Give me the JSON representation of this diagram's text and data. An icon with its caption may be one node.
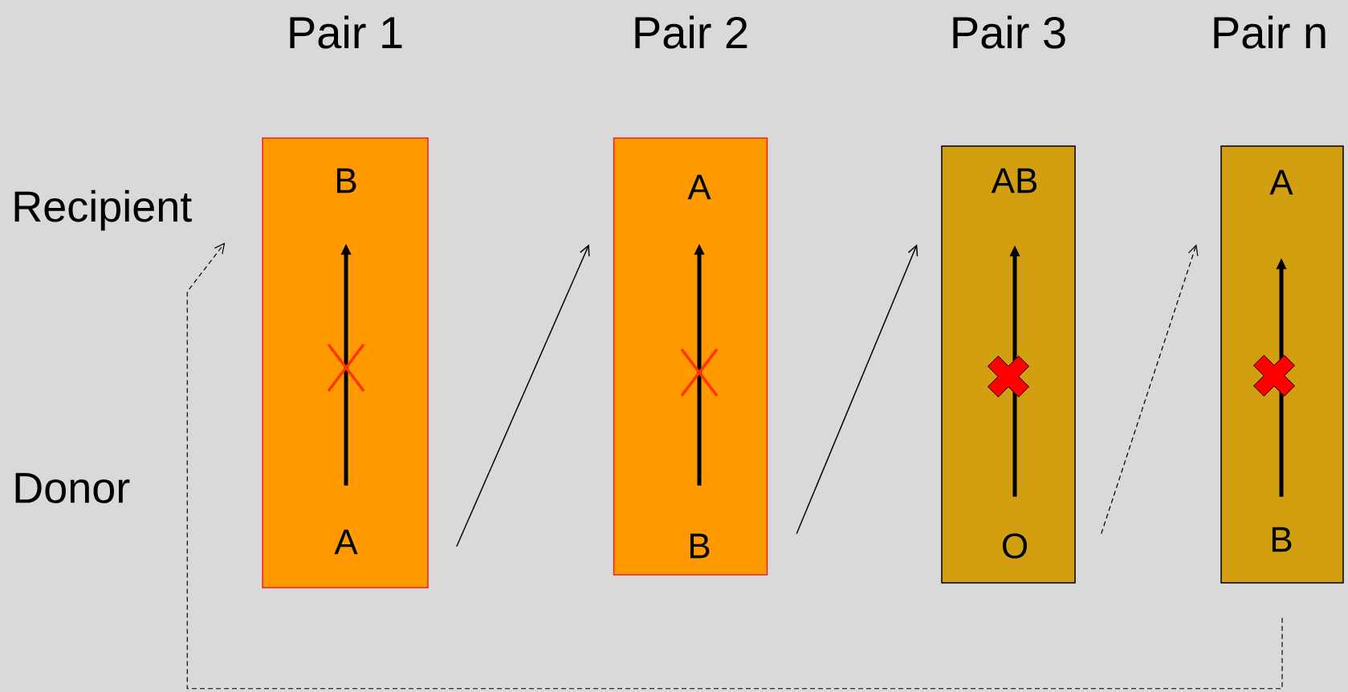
{
  "diagram": {
    "nodes": [
      {
        "text": [
          "Pair 1"
        ]
      },
      {
        "text": [
          "B"
        ],
        "in": 0
      },
      {
        "text": [
          "A"
        ],
        "in": 0
      },
      {
        "text": [
          "Pair 2"
        ]
      },
      {
        "text": [
          "A"
        ],
        "in": 3
      },
      {
        "text": [
          "B"
        ],
        "in": 3
      },
      {
        "text": [
          "Pair 3"
        ]
      },
      {
        "text": [
          "AB"
        ],
        "in": 6
      },
      {
        "text": [
          "O"
        ],
        "in": 6
      },
      {
        "text": [
          "Pair n"
        ]
      },
      {
        "text": [
          "A"
        ],
        "in": 9
      },
      {
        "text": [
          "B"
        ],
        "in": 9
      }
    ],
    "edges": [
      {
        "from": 2,
        "to": 1,
        "arrow": "to",
        "style": "thick"
      },
      {
        "from": 5,
        "to": 4,
        "arrow": "to",
        "style": "thick"
      },
      {
        "from": 8,
        "to": 7,
        "arrow": "to",
        "style": "thick"
      },
      {
        "from": 11,
        "to": 10,
        "arrow": "to",
        "style": "thick"
      },
      {
        "from": 0,
        "to": 3,
        "arrow": "to"
      },
      {
        "from": 3,
        "to": 6,
        "arrow": "to"
      },
      {
        "from": 6,
        "to": 9,
        "arrow": "to",
        "style": "dashed"
      },
      {
        "from": 9,
        "to": 0,
        "arrow": "to",
        "style": "dashed"
      }
    ],
    "labels": [
      "Recipient",
      "Donor"
    ]
  }
}
